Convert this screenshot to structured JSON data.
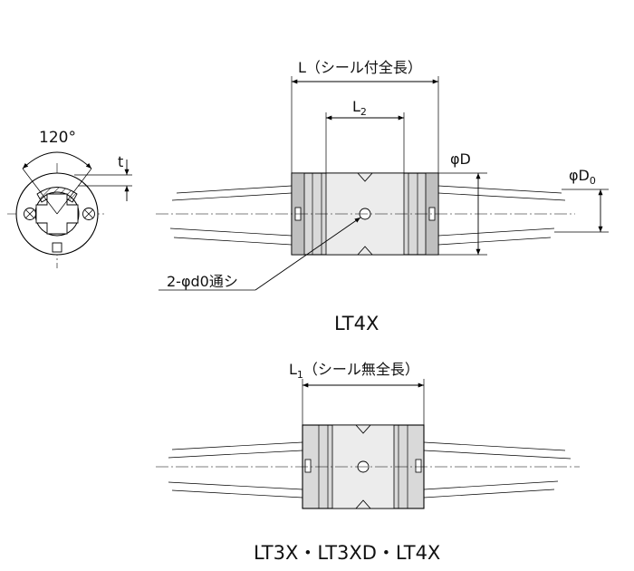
{
  "end_view": {
    "angle_label": "120°",
    "thickness_label": "t"
  },
  "top_view": {
    "length_label": "L（シール付全長）",
    "l2_label": "L",
    "l2_sub": "2",
    "d_label": "φD",
    "d0_label": "φD",
    "d0_sub": "0",
    "hole_label": "2-φd0通シ",
    "title": "LT4X"
  },
  "bottom_view": {
    "length_label": "L",
    "length_sub": "1",
    "length_rest": "（シール無全長）",
    "title": "LT3X・LT3XD・LT4X"
  },
  "colors": {
    "line": "#000000",
    "body_fill": "#d9d9d9",
    "body_light": "#ececec",
    "background": "#ffffff"
  }
}
